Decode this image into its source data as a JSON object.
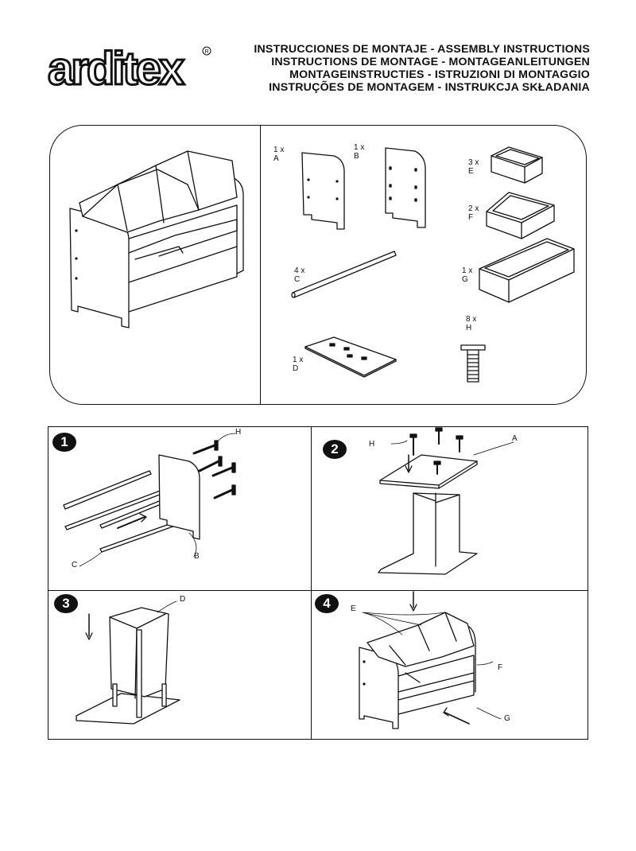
{
  "brand": {
    "logo_text": "arditex"
  },
  "header": {
    "titles": [
      "INSTRUCCIONES DE MONTAJE - ASSEMBLY INSTRUCTIONS",
      "INSTRUCTIONS DE MONTAGE - MONTAGEANLEITUNGEN",
      "MONTAGEINSTRUCTIES - ISTRUZIONI DI MONTAGGIO",
      "INSTRUÇÕES DE MONTAGEM - INSTRUKCJA SKŁADANIA"
    ]
  },
  "parts": [
    {
      "qty": "1 x",
      "letter": "A"
    },
    {
      "qty": "1 x",
      "letter": "B"
    },
    {
      "qty": "3 x",
      "letter": "E"
    },
    {
      "qty": "2 x",
      "letter": "F"
    },
    {
      "qty": "4 x",
      "letter": "C"
    },
    {
      "qty": "1 x",
      "letter": "G"
    },
    {
      "qty": "8 x",
      "letter": "H"
    },
    {
      "qty": "1 x",
      "letter": "D"
    }
  ],
  "steps": [
    {
      "number": "1",
      "labels": [
        "H",
        "C",
        "B"
      ]
    },
    {
      "number": "2",
      "labels": [
        "H",
        "A"
      ]
    },
    {
      "number": "3",
      "labels": [
        "D"
      ]
    },
    {
      "number": "4",
      "labels": [
        "E",
        "F",
        "G"
      ]
    }
  ]
}
